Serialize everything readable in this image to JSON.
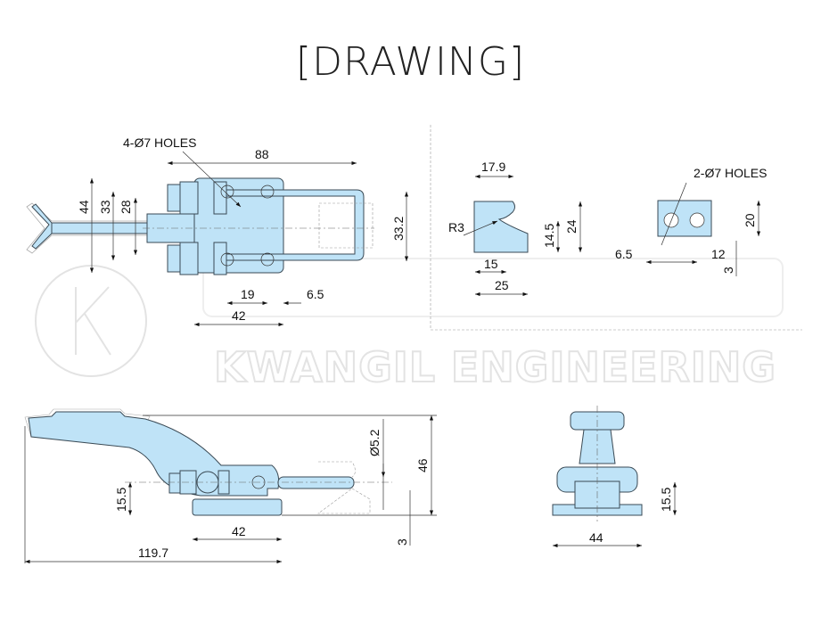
{
  "title": "[DRAWING]",
  "watermark": {
    "text": "KWANGIL ENGINEERING",
    "logo_letter": "K"
  },
  "colors": {
    "part_fill": "#bfe3f7",
    "outline": "#3a4a55"
  },
  "top_view": {
    "holes_label": "4-Ø7 HOLES",
    "dims": {
      "overall_length": "88",
      "width_44": "44",
      "width_33": "33",
      "width_28": "28",
      "hook_width": "33.2",
      "hole_pitch": "19",
      "offset": "6.5",
      "base_length": "42"
    }
  },
  "hook_profile": {
    "dims": {
      "width_top": "17.9",
      "radius": "R3",
      "height_low": "14.5",
      "height": "24",
      "notch_pos": "15",
      "length": "25"
    }
  },
  "hook_plate": {
    "holes_label": "2-Ø7 HOLES",
    "dims": {
      "height": "20",
      "offset": "6.5",
      "pitch": "12",
      "thickness": "3"
    }
  },
  "side_view": {
    "dims": {
      "pin_dia": "Ø5.2",
      "height": "46",
      "axis_height": "15.5",
      "base_length": "42",
      "hook_thickness": "3",
      "overall_length": "119.7"
    }
  },
  "front_view": {
    "dims": {
      "axis_height": "15.5",
      "width": "44"
    }
  }
}
